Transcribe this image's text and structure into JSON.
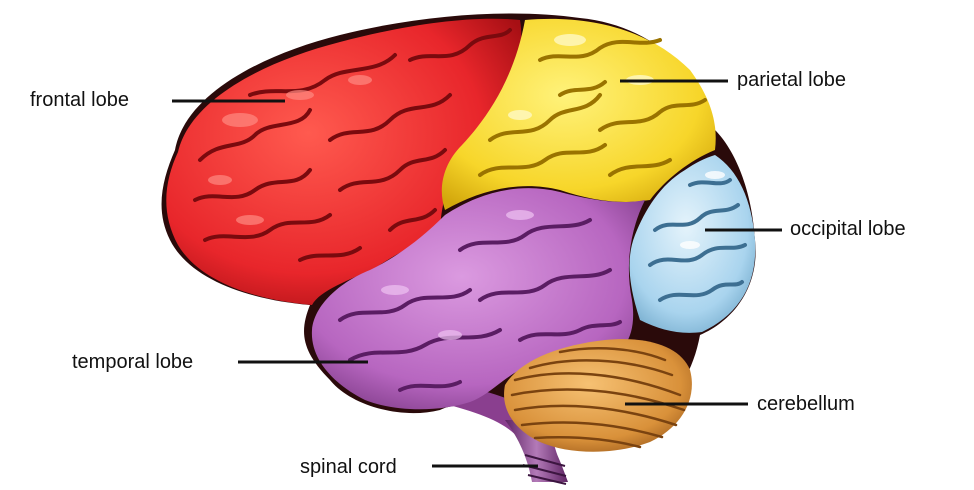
{
  "labels": {
    "frontal": "frontal lobe",
    "parietal": "parietal lobe",
    "occipital": "occipital lobe",
    "temporal": "temporal lobe",
    "cerebellum": "cerebellum",
    "spinal": "spinal cord"
  },
  "colors": {
    "frontal": "#e8262b",
    "parietal": "#f7d62a",
    "occipital": "#a9d4ee",
    "temporal": "#b766c0",
    "cerebellum": "#d9913a",
    "spinal": "#8a3f8f",
    "outline": "#2a0a0a",
    "leader": "#111111"
  }
}
